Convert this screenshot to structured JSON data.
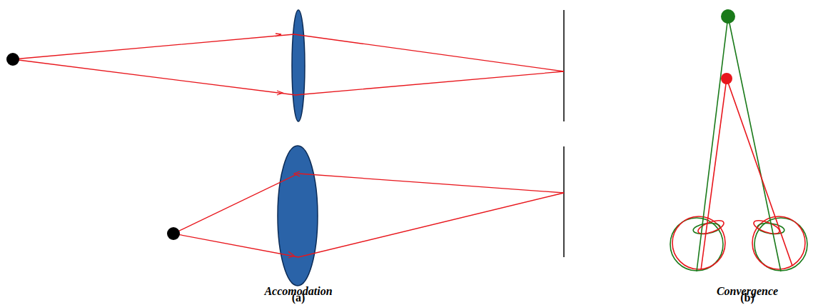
{
  "diagram": {
    "labels": [
      "Accomodation",
      "(a)",
      "Convergence",
      "(b)"
    ]
  }
}
